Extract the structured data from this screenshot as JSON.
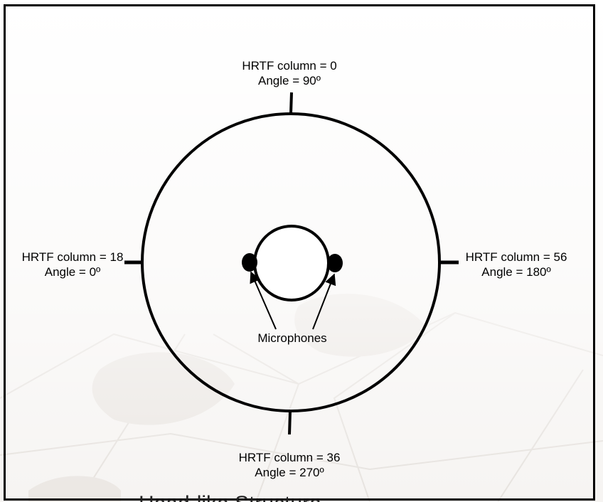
{
  "colors": {
    "stroke": "#000000",
    "background": "#ffffff",
    "watermark": "#ece8e4"
  },
  "labels": {
    "top": {
      "column": "HRTF column = 0",
      "angle": "Angle = 90º"
    },
    "left": {
      "column": "HRTF column = 18",
      "angle": "Angle = 0º"
    },
    "right": {
      "column": "HRTF column = 56",
      "angle": "Angle = 180º"
    },
    "bottom": {
      "column": "HRTF column = 36",
      "angle": "Angle = 270º"
    },
    "microphones": "Microphones"
  },
  "footer": {
    "cut_text": "Head-like Structure"
  }
}
